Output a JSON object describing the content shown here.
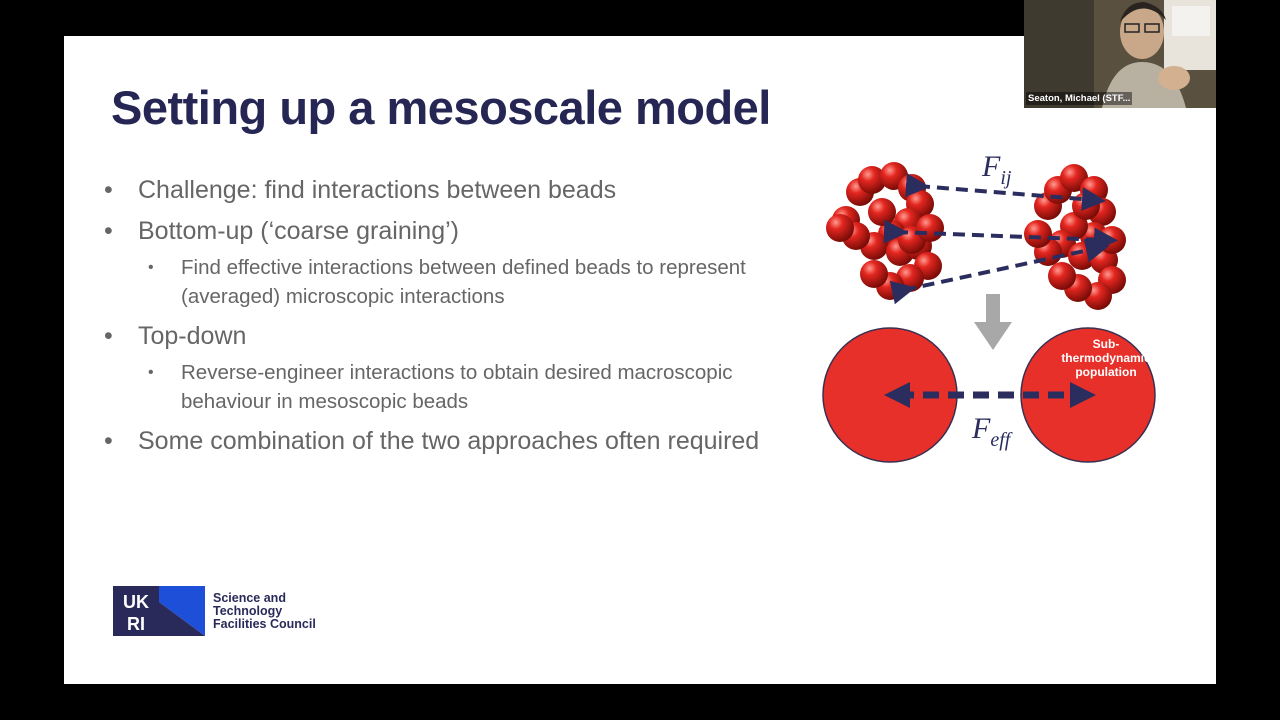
{
  "slide": {
    "title": "Setting up a mesoscale model",
    "bullets": [
      {
        "level": 1,
        "text": "Challenge: find interactions between beads"
      },
      {
        "level": 1,
        "text": "Bottom-up (‘coarse graining’)"
      },
      {
        "level": 2,
        "text": "Find effective interactions between defined beads to represent (averaged) microscopic interactions"
      },
      {
        "level": 1,
        "text": "Top-down"
      },
      {
        "level": 2,
        "text": "Reverse-engineer interactions to obtain desired macroscopic behaviour in mesoscopic beads"
      },
      {
        "level": 1,
        "text": "Some combination of the two approaches often required"
      }
    ],
    "figure": {
      "force_top_label": "F",
      "force_top_sub": "ij",
      "force_bottom_label": "F",
      "force_bottom_sub": "eff",
      "bead_label_line1": "Sub-",
      "bead_label_line2": "thermodynamic",
      "bead_label_line3": "population"
    },
    "logo": {
      "mark": "UKRI",
      "text_line1": "Science and",
      "text_line2": "Technology",
      "text_line3": "Facilities Council"
    }
  },
  "webcam": {
    "participant_name": "Seaton, Michael (STF..."
  },
  "colors": {
    "title": "#262654",
    "body_text": "#666666",
    "bead_red": "#e8302a",
    "arrow_navy": "#2b2d5e",
    "arrow_gray": "#a8a8a8",
    "logo_blue": "#1e4fd8"
  }
}
